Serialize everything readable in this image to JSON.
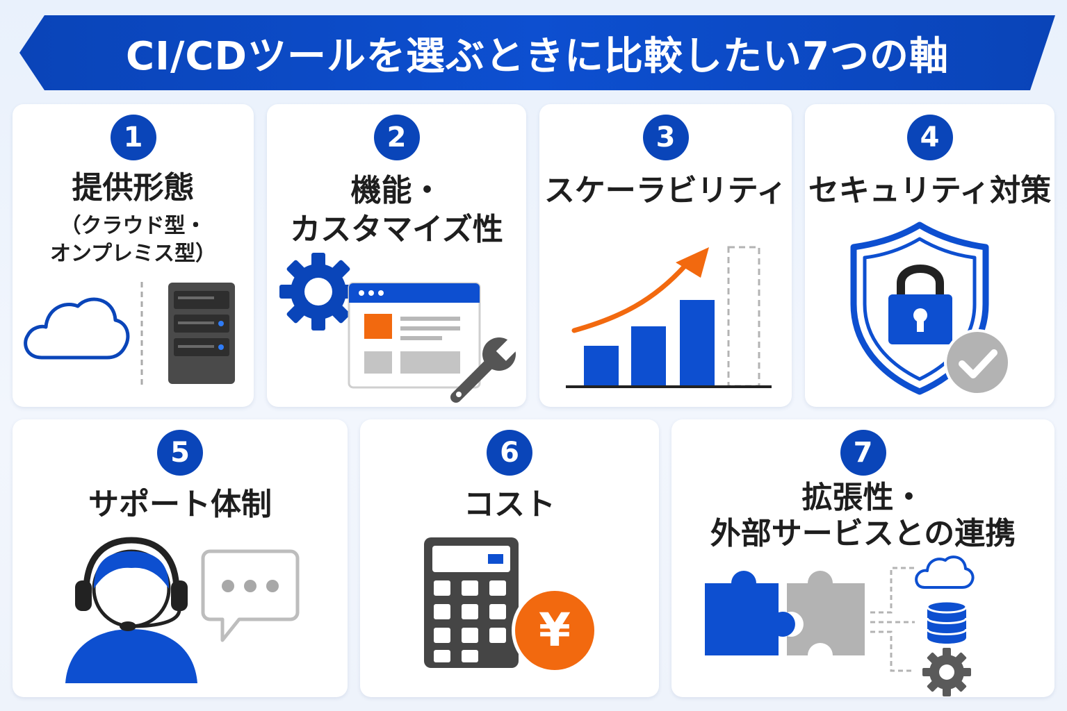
{
  "banner": {
    "title": "CI/CDツールを選ぶときに比較したい7つの軸"
  },
  "axes": [
    {
      "number": "1",
      "title": "提供形態",
      "subtitle_line1": "（クラウド型・",
      "subtitle_line2": "オンプレミス型）"
    },
    {
      "number": "2",
      "title_line1": "機能・",
      "title_line2": "カスタマイズ性"
    },
    {
      "number": "3",
      "title": "スケーラビリティ"
    },
    {
      "number": "4",
      "title": "セキュリティ対策"
    },
    {
      "number": "5",
      "title": "サポート体制"
    },
    {
      "number": "6",
      "title": "コスト",
      "currency_symbol": "¥"
    },
    {
      "number": "7",
      "title_line1": "拡張性・",
      "title_line2": "外部サービスとの連携"
    }
  ],
  "icons": {
    "axis1": [
      "cloud-icon",
      "server-icon"
    ],
    "axis2": [
      "gear-icon",
      "browser-window-icon",
      "wrench-icon"
    ],
    "axis3": [
      "bar-chart-icon",
      "growth-arrow-icon"
    ],
    "axis4": [
      "shield-icon",
      "padlock-icon",
      "checkmark-icon"
    ],
    "axis5": [
      "headset-person-icon",
      "chat-bubble-icon"
    ],
    "axis6": [
      "calculator-icon",
      "yen-coin-icon"
    ],
    "axis7": [
      "puzzle-piece-icon",
      "cloud-icon",
      "database-icon",
      "gear-icon"
    ]
  },
  "colors": {
    "primary_blue": "#0a45b9",
    "accent_orange": "#f2690f",
    "neutral_gray": "#b3b3b3",
    "dark_gray": "#444444",
    "text": "#1e1e1e"
  }
}
